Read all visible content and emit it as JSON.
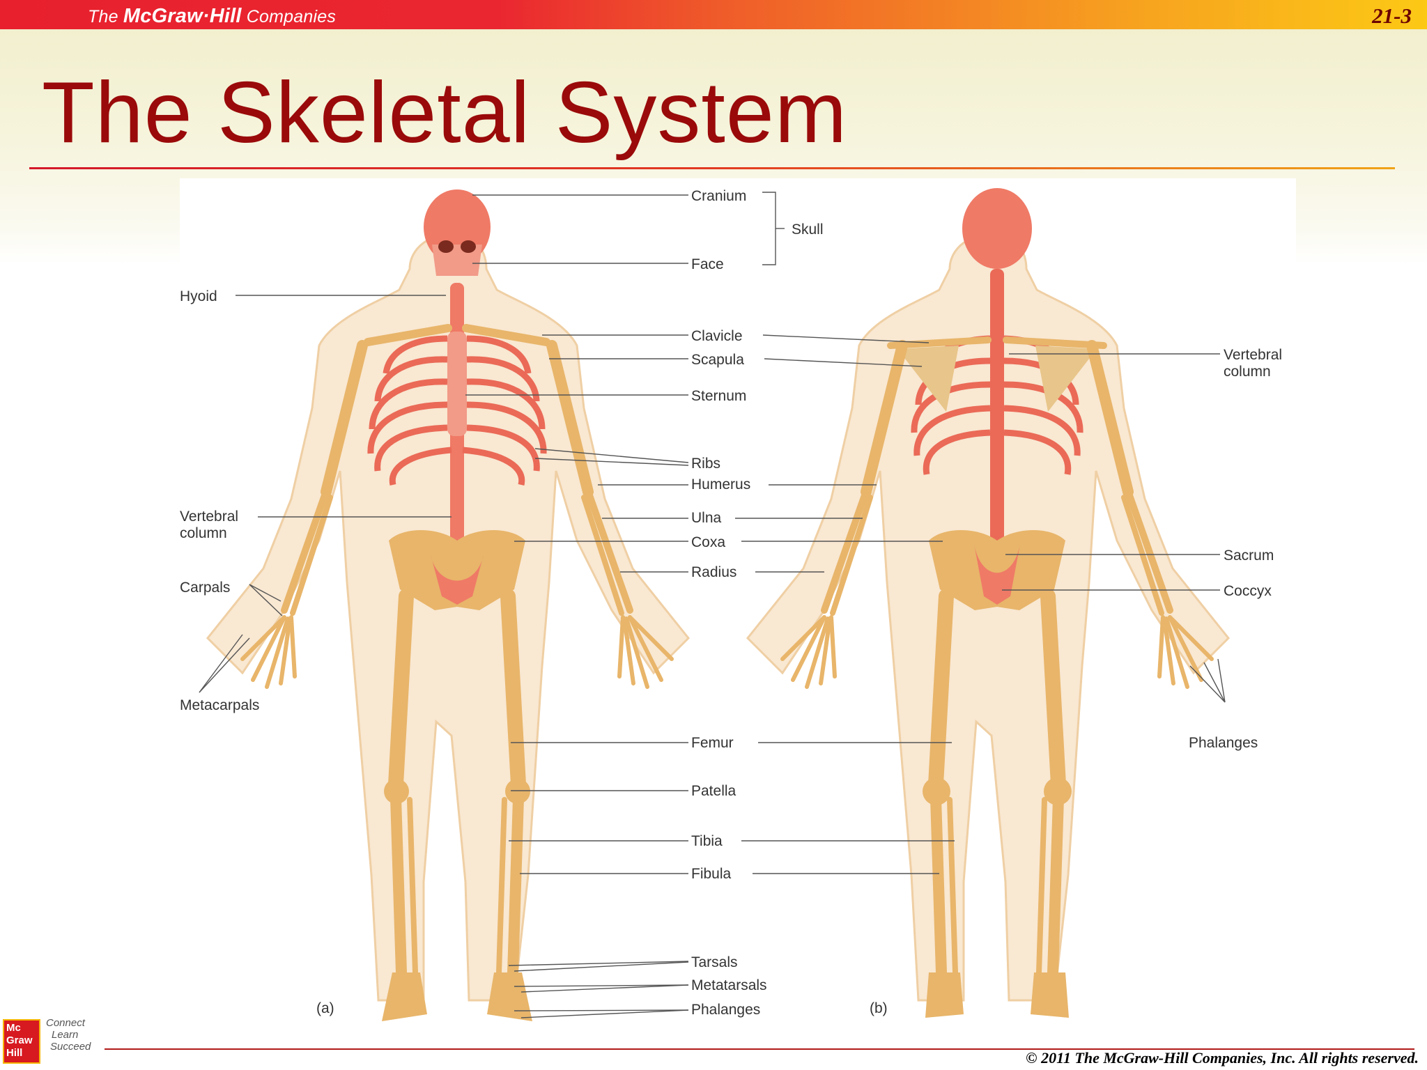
{
  "header": {
    "brand_prefix": "The",
    "brand_name": "McGraw·Hill",
    "brand_suffix": "Companies",
    "slide_number": "21-3"
  },
  "title": "The Skeletal System",
  "figure": {
    "panel_a_label": "(a)",
    "panel_b_label": "(b)",
    "labels": {
      "cranium": "Cranium",
      "skull": "Skull",
      "face": "Face",
      "hyoid": "Hyoid",
      "clavicle": "Clavicle",
      "scapula": "Scapula",
      "sternum": "Sternum",
      "ribs": "Ribs",
      "humerus": "Humerus",
      "vertebral_column_left_1": "Vertebral",
      "vertebral_column_left_2": "column",
      "ulna": "Ulna",
      "coxa": "Coxa",
      "radius": "Radius",
      "carpals": "Carpals",
      "metacarpals": "Metacarpals",
      "femur": "Femur",
      "patella": "Patella",
      "tibia": "Tibia",
      "fibula": "Fibula",
      "tarsals": "Tarsals",
      "metatarsals": "Metatarsals",
      "phalanges_foot": "Phalanges",
      "vertebral_column_right_1": "Vertebral",
      "vertebral_column_right_2": "column",
      "sacrum": "Sacrum",
      "coccyx": "Coccyx",
      "phalanges_hand": "Phalanges"
    }
  },
  "footer": {
    "copyright": "© 2011 The McGraw-Hill Companies, Inc. All rights reserved.",
    "logo_mark": [
      "Mc",
      "Graw",
      "Hill"
    ],
    "logo_tagline": [
      "Connect",
      "Learn",
      "Succeed"
    ]
  },
  "colors": {
    "title": "#9a0a0a",
    "bone": "#e8b56a",
    "axial_bone": "#ef7a66",
    "skin": "#f7e2c8"
  }
}
